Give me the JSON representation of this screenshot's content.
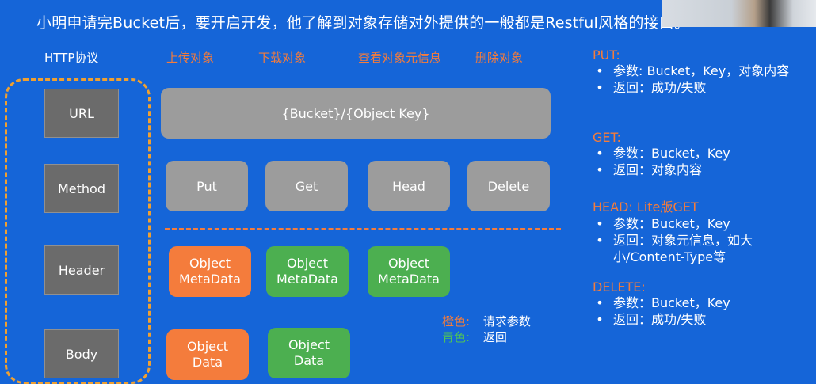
{
  "title": "小明申请完Bucket后，要开启开发，他了解到对象存储对外提供的一般都是Restful风格的接口。",
  "http_label": "HTTP协议",
  "columns": [
    "上传对象",
    "下载对象",
    "查看对象元信息",
    "删除对象"
  ],
  "left_boxes": [
    "URL",
    "Method",
    "Header",
    "Body"
  ],
  "key_bar": "{Bucket}/{Object Key}",
  "ops": [
    "Put",
    "Get",
    "Head",
    "Delete"
  ],
  "metadata_tiles": [
    "Object\nMetaData",
    "Object\nMetaData",
    "Object\nMetaData"
  ],
  "data_tiles": [
    "Object\nData",
    "Object\nData"
  ],
  "legend": {
    "orange_label": "橙色:",
    "orange_text": "请求参数",
    "green_label": "青色:",
    "green_text": "返回"
  },
  "right_panel": {
    "put_title": "PUT:",
    "put_items": [
      "参数:  Bucket，Key，对象内容",
      "返回：成功/失败"
    ],
    "get_title": "GET:",
    "get_items": [
      "参数：Bucket，Key",
      "返回：对象内容"
    ],
    "head_title": "HEAD:  Lite版GET",
    "head_items": [
      "参数：Bucket，Key",
      "返回：对象元信息，如大小/Content-Type等"
    ],
    "delete_title": "DELETE:",
    "delete_items": [
      "参数：Bucket，Key",
      "返回：成功/失败"
    ]
  },
  "colors": {
    "background": "#1565d8",
    "orange": "#f47c3c",
    "green": "#4caf50",
    "gray": "#9c9c9c",
    "dark_gray": "#6b6b6b",
    "dashed_border": "#f0a030"
  }
}
